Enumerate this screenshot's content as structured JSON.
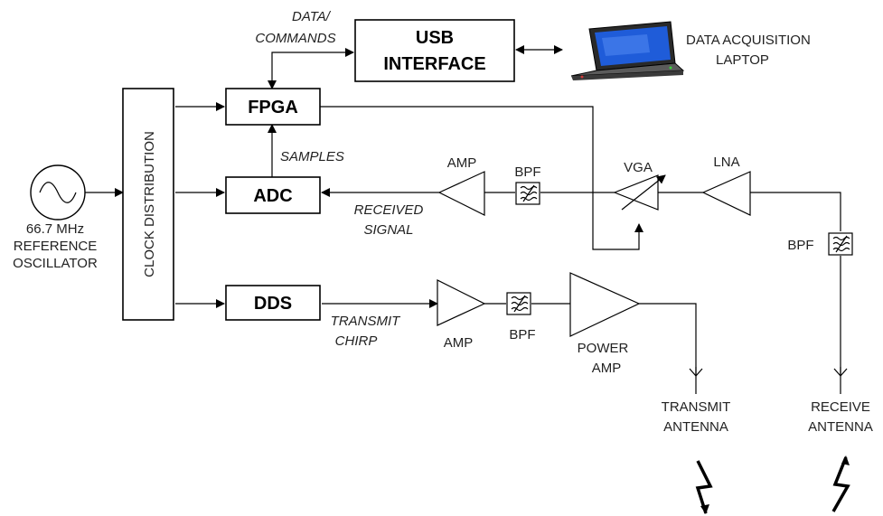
{
  "labels": {
    "data_commands_1": "DATA/",
    "data_commands_2": "COMMANDS",
    "usb_1": "USB",
    "usb_2": "INTERFACE",
    "laptop_1": "DATA ACQUISITION",
    "laptop_2": "LAPTOP",
    "fpga": "FPGA",
    "adc": "ADC",
    "dds": "DDS",
    "clock": "CLOCK DISTRIBUTION",
    "osc_1": "66.7 MHz",
    "osc_2": "REFERENCE",
    "osc_3": "OSCILLATOR",
    "samples": "SAMPLES",
    "received_1": "RECEIVED",
    "received_2": "SIGNAL",
    "transmit_chirp_1": "TRANSMIT",
    "transmit_chirp_2": "CHIRP",
    "amp_rx": "AMP",
    "bpf_rx": "BPF",
    "vga": "VGA",
    "lna": "LNA",
    "bpf_ant": "BPF",
    "amp_tx": "AMP",
    "bpf_tx": "BPF",
    "power_amp_1": "POWER",
    "power_amp_2": "AMP",
    "tx_ant_1": "TRANSMIT",
    "tx_ant_2": "ANTENNA",
    "rx_ant_1": "RECEIVE",
    "rx_ant_2": "ANTENNA"
  },
  "icons": {
    "laptop": "laptop-icon",
    "oscillator": "sine-wave-icon",
    "filter": "filter-wave-icon",
    "antenna": "antenna-icon",
    "lightning": "lightning-icon"
  }
}
